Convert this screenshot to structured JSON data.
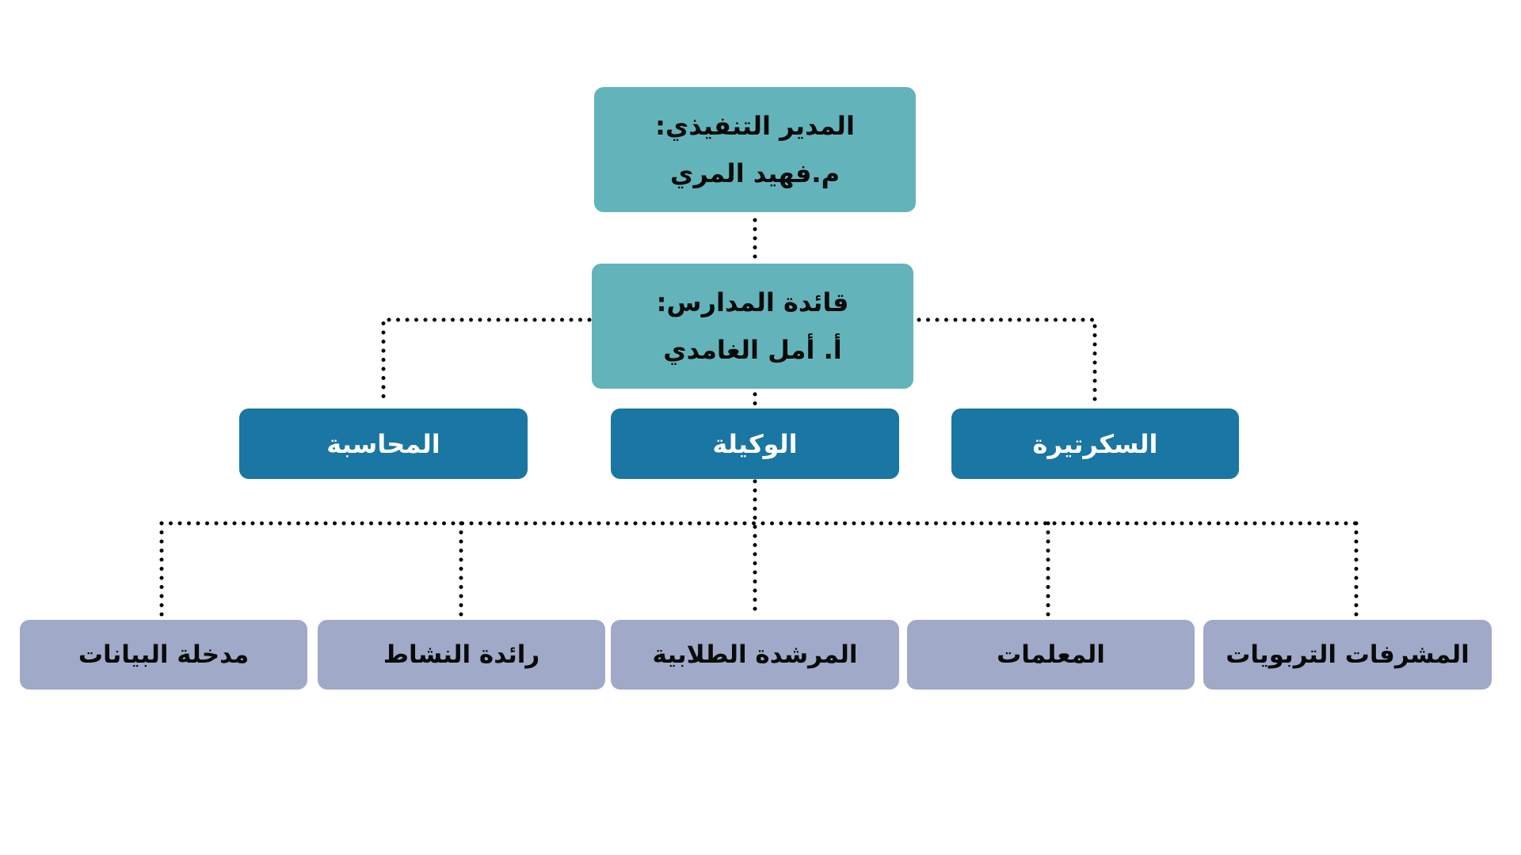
{
  "colors": {
    "teal": "#63b4ba",
    "blue": "#1a76a3",
    "lavender": "#a0a9c7",
    "connector": "#000000"
  },
  "executive": {
    "title": "المدير التنفيذي:",
    "name": "م.فهيد المري"
  },
  "schools_leader": {
    "title": "قائدة المدارس:",
    "name": "أ. أمل الغامدي"
  },
  "level2": [
    {
      "label": "السكرتيرة"
    },
    {
      "label": "الوكيلة"
    },
    {
      "label": "المحاسبة"
    }
  ],
  "level3": [
    {
      "label": "المشرفات التربويات"
    },
    {
      "label": "المعلمات"
    },
    {
      "label": "المرشدة الطلابية"
    },
    {
      "label": "رائدة النشاط"
    },
    {
      "label": "مدخلة البيانات"
    }
  ]
}
